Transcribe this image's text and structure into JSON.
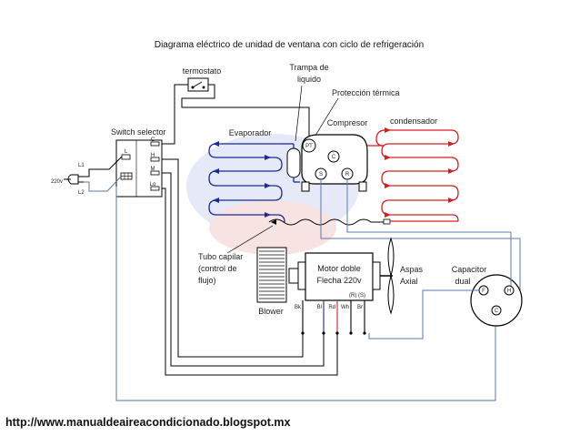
{
  "title": "Diagrama  eléctrico de unidad de ventana con ciclo de refrigeración",
  "labels": {
    "termostato": "termostato",
    "trampa_line1": "Trampa de",
    "trampa_line2": "liquido",
    "proteccion": "Protección térmica",
    "compresor": "Compresor",
    "condensador": "condensador",
    "evaporador": "Evaporador",
    "switch_selector": "Switch selector",
    "voltage": "220v",
    "line1": "L1",
    "line2": "L2",
    "tubo_line1": "Tubo capilar",
    "tubo_line2": "(control de",
    "tubo_line3": "flujo)",
    "motor_line1": "Motor doble",
    "motor_line2": "Flecha 220v",
    "aspas_line1": "Aspas",
    "aspas_line2": "Axial",
    "capacitor_line1": "Capacitor",
    "capacitor_line2": "dual",
    "blower": "Blower"
  },
  "switch_terminals": [
    "C",
    "H",
    "M",
    "Lo"
  ],
  "switch_l_terminal": "L",
  "compressor_terminals": {
    "pt": "PT",
    "c": "C",
    "s": "S",
    "r": "R"
  },
  "capacitor_terminals": {
    "f": "F",
    "h": "H",
    "c": "C"
  },
  "motor_speed_markers": "(R) (S)",
  "motor_wires": [
    "Bk",
    "Bl",
    "Rd",
    "Wh",
    "Br"
  ],
  "footer_url": "http://www.manualdeaireacondicionado.blogspot.mx",
  "colors": {
    "evaporator": "#1a2a9c",
    "condenser": "#d42020",
    "control_wire": "#5a7aa8",
    "motor_wire_blue": "#1a2a9c",
    "motor_wire_red": "#d42020",
    "line": "#000000"
  }
}
